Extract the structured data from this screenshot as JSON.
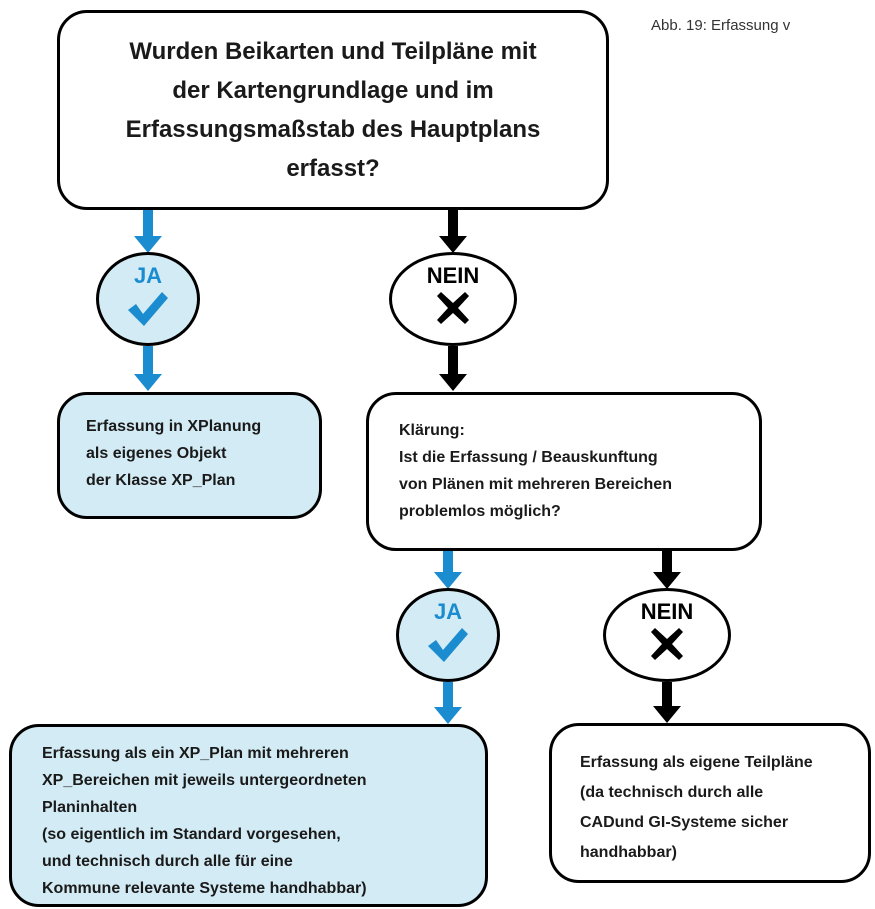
{
  "caption": "Abb. 19: Erfassung v",
  "question_main": "Wurden Beikarten und Teilpläne mit\nder Kartengrundlage und im\nErfassungsmaßstab des Hauptplans\nerfasst?",
  "yes_label": "JA",
  "no_label": "NEIN",
  "result_xp_plan": "Erfassung in XPlanung\nals eigenes Objekt\nder Klasse XP_Plan",
  "question_clarify": "Klärung:\nIst die Erfassung / Beauskunftung\nvon Plänen mit mehreren Bereichen\nproblemlos möglich?",
  "result_bereiche": "Erfassung als ein XP_Plan mit mehreren\nXP_Bereichen mit jeweils untergeordneten\nPlaninhalten\n(so eigentlich im Standard vorgesehen,\nund technisch durch alle für eine\nKommune relevante Systeme handhabbar)",
  "result_teilplaene": "Erfassung als eigene Teilpläne\n(da technisch durch alle\nCADund GI-Systeme sicher\nhandhabbar)",
  "colors": {
    "yes_accent": "#1a8ccf",
    "yes_fill": "#d3ebf4",
    "no_accent": "#000000",
    "border": "#000000"
  },
  "icons": {
    "yes": "checkmark-icon",
    "no": "cross-icon",
    "yes_arrow": "arrow-down-blue-icon",
    "no_arrow": "arrow-down-black-icon"
  }
}
